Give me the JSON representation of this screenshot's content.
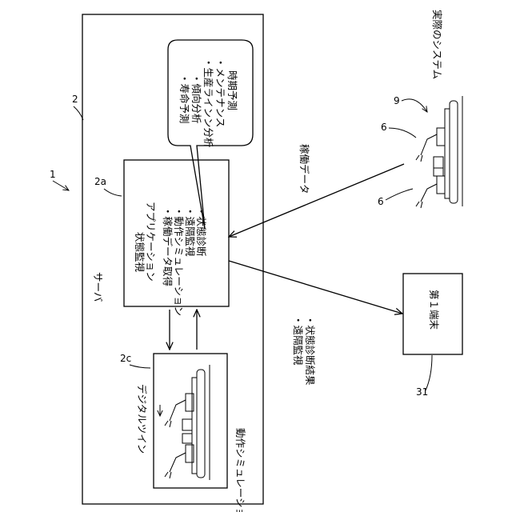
{
  "labels": {
    "server": "サーバ",
    "real_system": "実際のシステム",
    "operation_data_arrow": "稼働データ",
    "terminal": "第１端末",
    "digital_twin": "デジタルツイン",
    "operation_simulation": "動作シミュレーション"
  },
  "app_box": {
    "title_line1": "状態監視",
    "title_line2": "アプリケーション",
    "items": [
      "・稼働データ取得",
      "・動作シミュレーション",
      "・遠隔監視",
      "・状態診断"
    ]
  },
  "bubble": {
    "items": [
      "・寿命予測",
      "・傾向分析",
      "・生産ラインン分析",
      "・メンテナンス",
      "時期予測"
    ]
  },
  "output_label": {
    "items": [
      "・遠隔監視",
      "・状態診断結果"
    ]
  },
  "refs": {
    "system": "1",
    "server": "2",
    "app": "2a",
    "twin": "2c",
    "robot_top": "6",
    "robot_bottom": "6",
    "rail": "9",
    "terminal": "31"
  }
}
